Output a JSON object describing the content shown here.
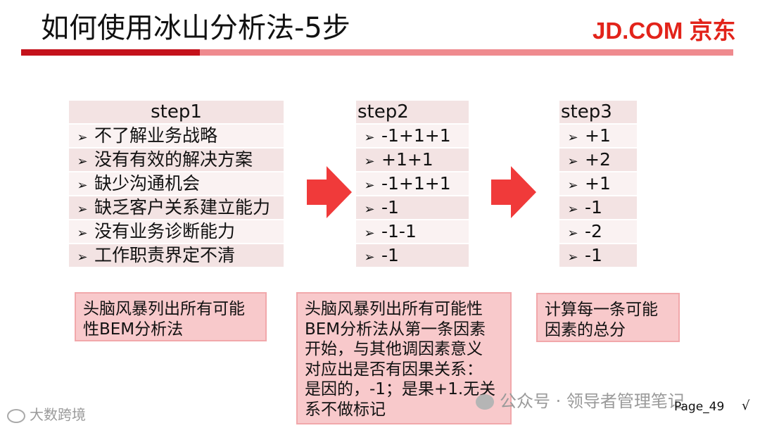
{
  "slide": {
    "title": "如何使用冰山分析法-5步",
    "logo": "JD.COM 京东",
    "page_label": "Page_49",
    "check_mark": "√"
  },
  "step1": {
    "header": "step1",
    "items": [
      "不了解业务战略",
      "没有有效的解决方案",
      "缺少沟通机会",
      "缺乏客户关系建立能力",
      "没有业务诊断能力",
      "工作职责界定不清"
    ]
  },
  "step2": {
    "header": "step2",
    "items": [
      "-1+1+1",
      "+1+1",
      "-1+1+1",
      "-1",
      "-1-1",
      "-1"
    ]
  },
  "step3": {
    "header": "step3",
    "items": [
      "+1",
      "+2",
      "+1",
      "-1",
      "-2",
      "-1"
    ]
  },
  "notes": {
    "step1": [
      "头脑风暴列出所有可能",
      "性BEM分析法"
    ],
    "step2": [
      "头脑风暴列出所有可能性",
      "BEM分析法从第一条因素",
      "开始，与其他调因素意义",
      "对应出是否有因果关系：",
      "是因的，-1；是果+1.无关",
      "系不做标记"
    ],
    "step3": [
      "计算每一条可能",
      "因素的总分"
    ]
  },
  "bullet_glyph": "➢",
  "watermarks": {
    "left": "大数跨境",
    "right": "公众号 · 领导者管理笔记"
  },
  "colors": {
    "brand_red": "#e2231a",
    "bar_dark": "#c4121b",
    "bar_light": "#ef8a8e",
    "note_fill": "#f8c9cb",
    "arrow": "#f03a3a"
  }
}
